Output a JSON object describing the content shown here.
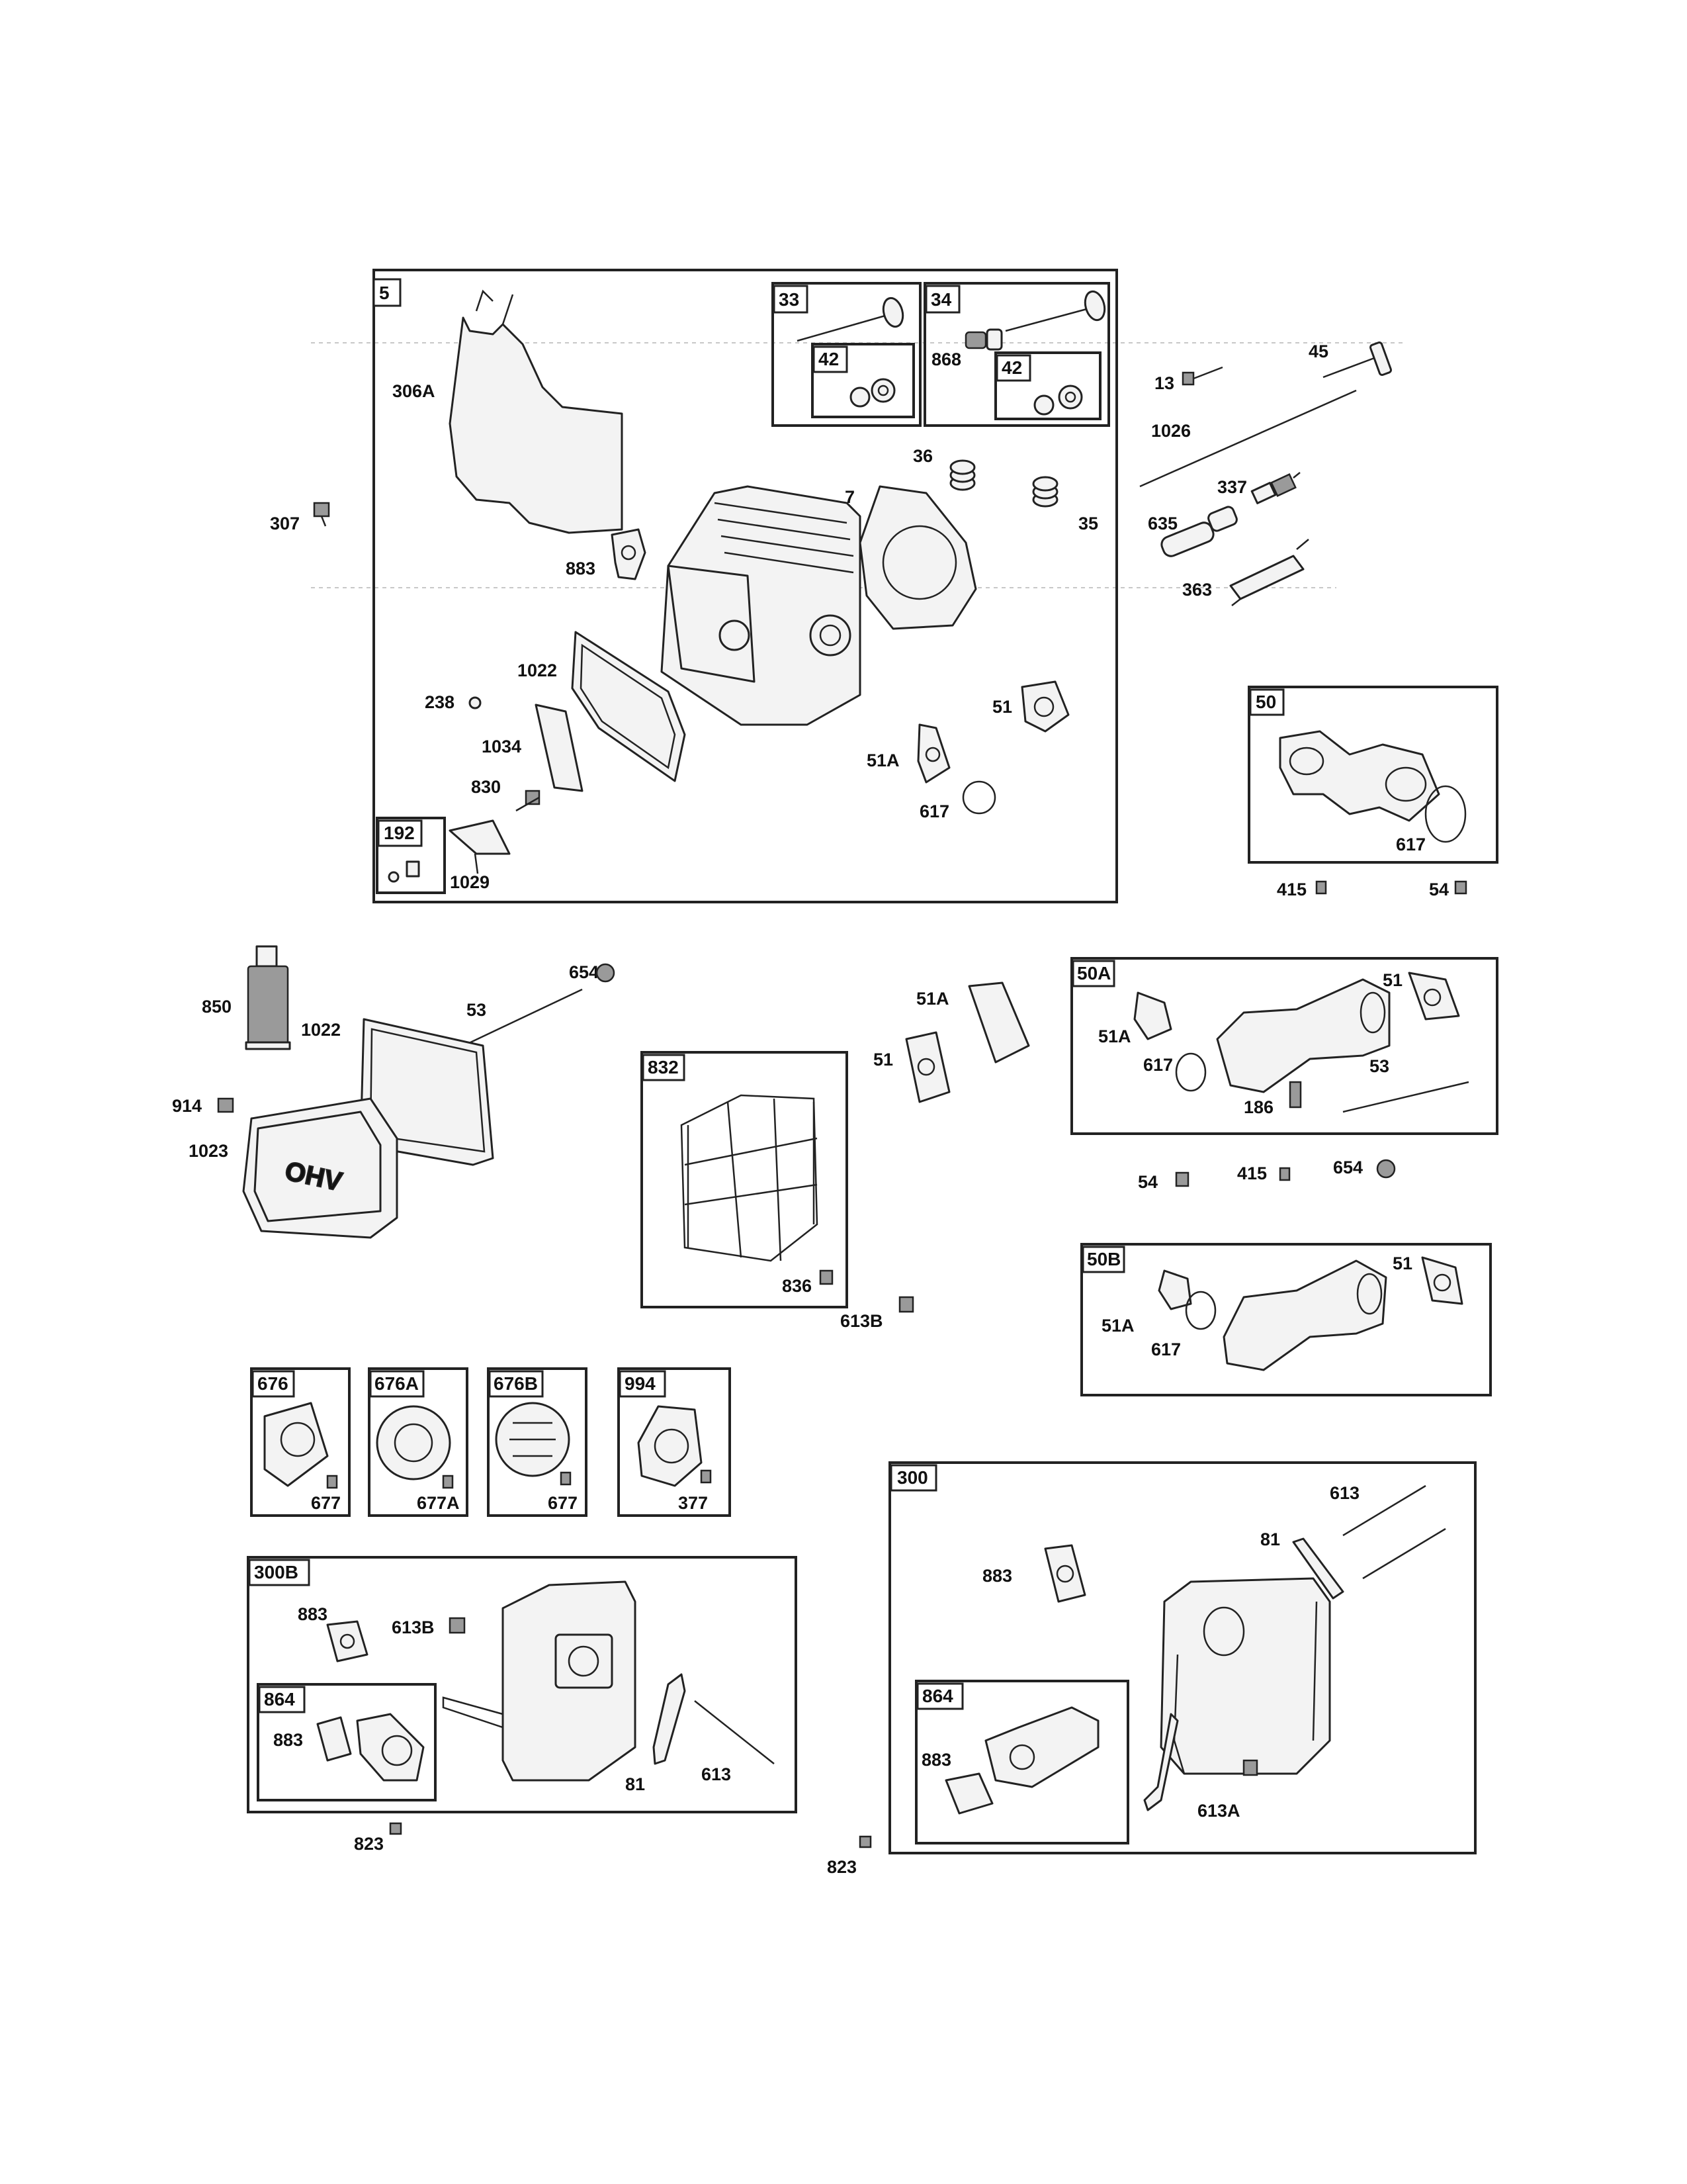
{
  "groups": {
    "g5": "5",
    "g33": "33",
    "g34": "34",
    "g42a": "42",
    "g42b": "42",
    "g192": "192",
    "g50": "50",
    "g50A": "50A",
    "g50B": "50B",
    "g832": "832",
    "g676": "676",
    "g676A": "676A",
    "g676B": "676B",
    "g994": "994",
    "g300B": "300B",
    "g864a": "864",
    "g300": "300",
    "g864b": "864"
  },
  "labels": {
    "l306A": "306A",
    "l307": "307",
    "l883a": "883",
    "l7": "7",
    "l36": "36",
    "l35": "35",
    "l868": "868",
    "l238": "238",
    "l1022a": "1022",
    "l1034": "1034",
    "l830": "830",
    "l1029": "1029",
    "l51a": "51",
    "l51Aa": "51A",
    "l617a": "617",
    "l13": "13",
    "l45": "45",
    "l1026": "1026",
    "l337": "337",
    "l635": "635",
    "l363": "363",
    "l617b": "617",
    "l415a": "415",
    "l54a": "54",
    "l654a": "654",
    "l53a": "53",
    "l850": "850",
    "l1022b": "1022",
    "l914": "914",
    "l1023": "1023",
    "l51Ab": "51A",
    "l51b": "51",
    "l836": "836",
    "l613B": "613B",
    "l51c": "51",
    "l51Ac": "51A",
    "l617c": "617",
    "l53b": "53",
    "l186": "186",
    "l54b": "54",
    "l415b": "415",
    "l654b": "654",
    "l51d": "51",
    "l51Ad": "51A",
    "l617d": "617",
    "l677a": "677",
    "l677A": "677A",
    "l677b": "677",
    "l377": "377",
    "l883b": "883",
    "l613Bb": "613B",
    "l883c": "883",
    "l81a": "81",
    "l613a": "613",
    "l823a": "823",
    "l613b": "613",
    "l81b": "81",
    "l883d": "883",
    "l883e": "883",
    "l613A": "613A",
    "l823b": "823"
  },
  "engraving": {
    "cover_logo": "OHV"
  }
}
